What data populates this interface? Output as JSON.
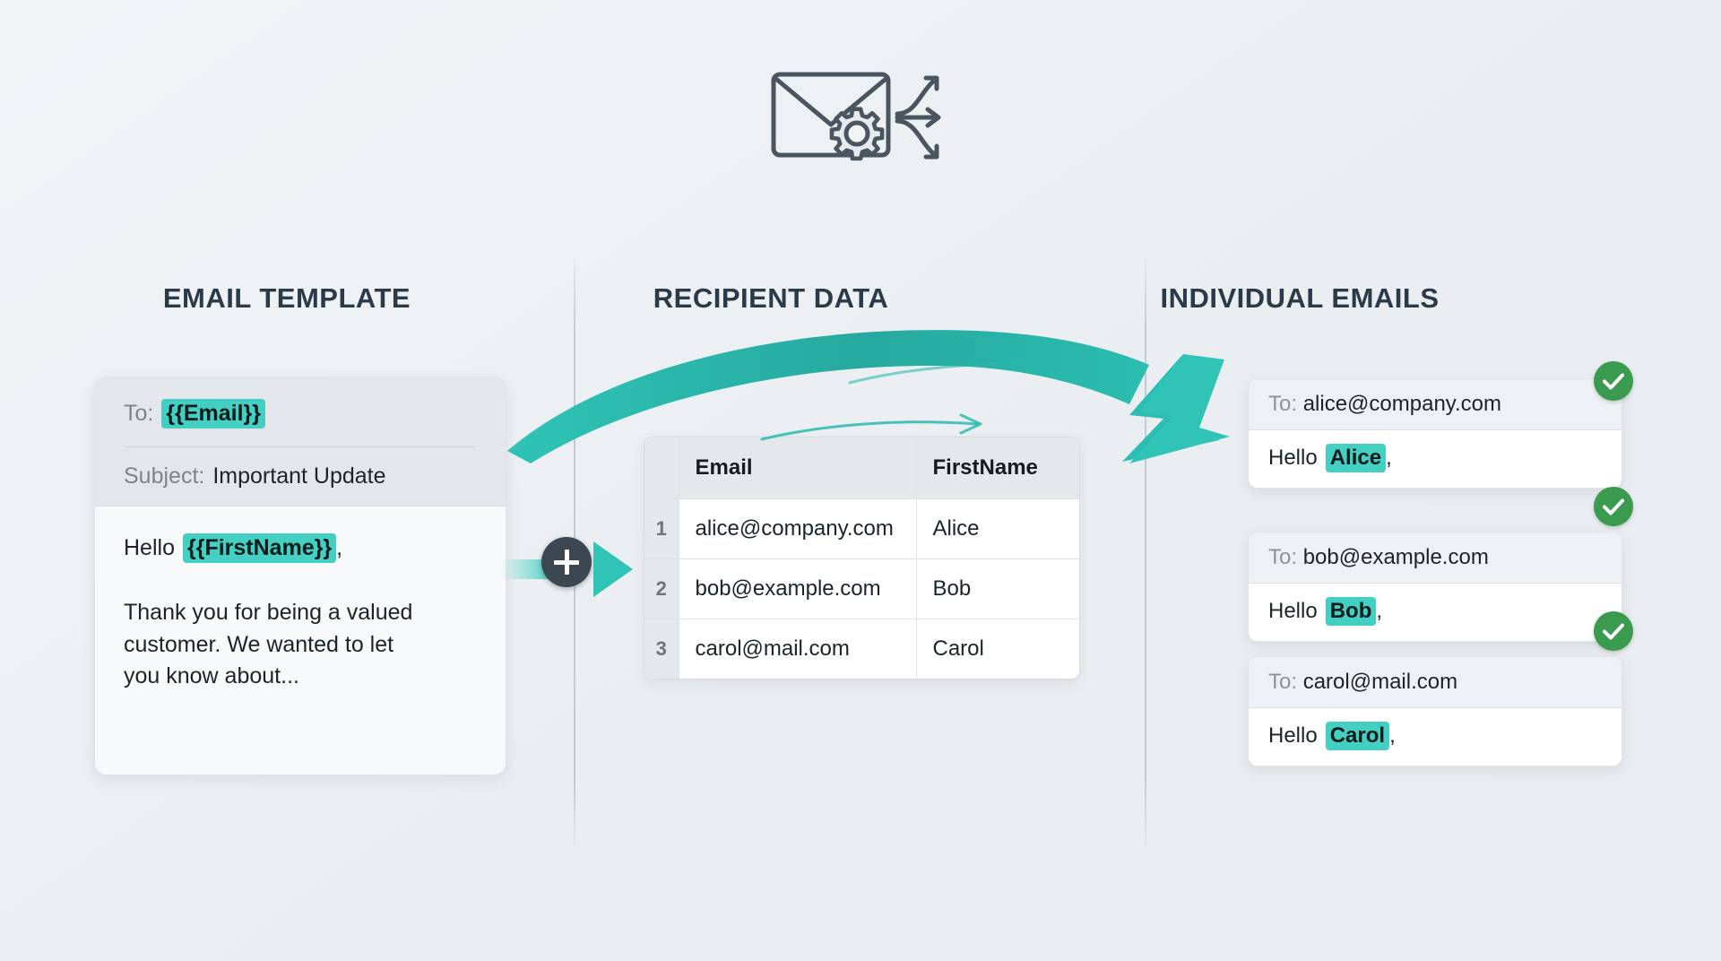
{
  "header": {
    "icon_name": "envelope-gear-distribute-icon"
  },
  "columns": {
    "template_heading": "EMAIL TEMPLATE",
    "recipient_heading": "RECIPIENT DATA",
    "emails_heading": "INDIVIDUAL EMAILS"
  },
  "template": {
    "to_label": "To:",
    "to_token": "{{Email}}",
    "subject_label": "Subject:",
    "subject_value": "Important Update",
    "greeting_prefix": "Hello",
    "greeting_token": "{{FirstName}}",
    "greeting_comma": ",",
    "paragraph": "Thank you for being a valued customer. We wanted to let you know about..."
  },
  "merge": {
    "plus_label": "+",
    "icon_name": "merge-plus-icon"
  },
  "recipients": {
    "columns": [
      "",
      "Email",
      "FirstName"
    ],
    "rows": [
      {
        "index": "1",
        "email": "alice@company.com",
        "first_name": "Alice"
      },
      {
        "index": "2",
        "email": "bob@example.com",
        "first_name": "Bob"
      },
      {
        "index": "3",
        "email": "carol@mail.com",
        "first_name": "Carol"
      }
    ]
  },
  "emails": [
    {
      "to_label": "To:",
      "to_value": "alice@company.com",
      "greeting_prefix": "Hello",
      "name": "Alice",
      "comma": ",",
      "status": "sent"
    },
    {
      "to_label": "To:",
      "to_value": "bob@example.com",
      "greeting_prefix": "Hello",
      "name": "Bob",
      "comma": ",",
      "status": "sent"
    },
    {
      "to_label": "To:",
      "to_value": "carol@mail.com",
      "greeting_prefix": "Hello",
      "name": "Carol",
      "comma": ",",
      "status": "sent"
    }
  ],
  "colors": {
    "background": "#eef1f4",
    "accent_teal": "#2bb8ac",
    "token_highlight": "#44cfc3",
    "success_green": "#3a9a4e",
    "heading_text": "#2b3a48",
    "muted_text": "#7b848d"
  }
}
